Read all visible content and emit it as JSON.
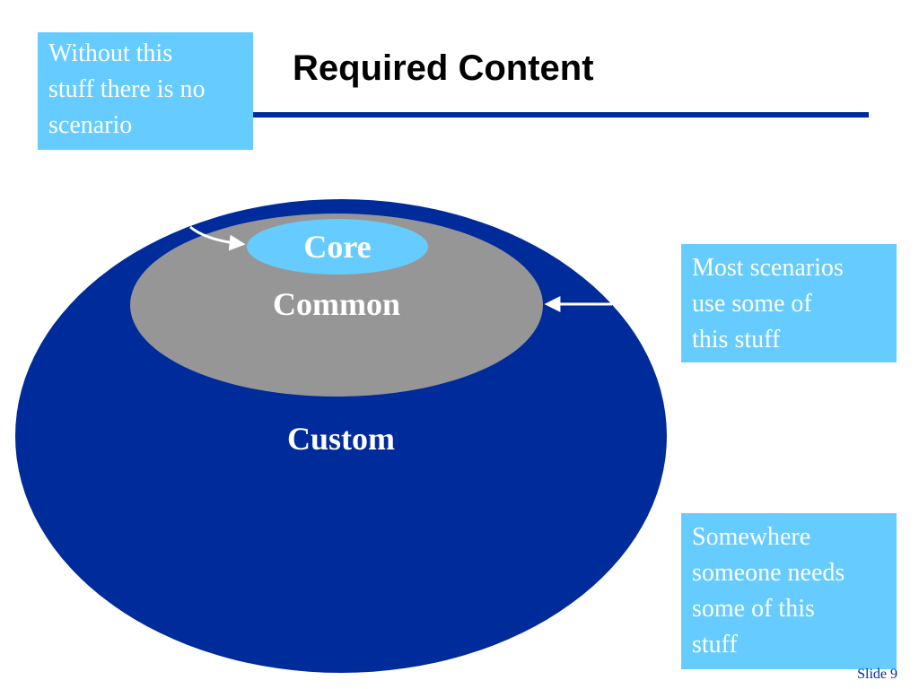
{
  "slide": {
    "title": "Required Content",
    "slide_number": "Slide 9"
  },
  "diagram": {
    "layers": {
      "core": "Core",
      "common": "Common",
      "custom": "Custom"
    }
  },
  "callouts": {
    "core_note": "Without this\nstuff there is no\nscenario",
    "common_note": "Most scenarios\nuse some of\nthis stuff",
    "custom_note": "Somewhere\nsomeone needs\nsome of this\nstuff"
  },
  "colors": {
    "custom_layer": "#002b9a",
    "common_layer": "#969696",
    "core_layer": "#66ccff",
    "callout_fill": "#66ccff",
    "accent_rule": "#002b9a",
    "label_text": "#ffffff"
  }
}
